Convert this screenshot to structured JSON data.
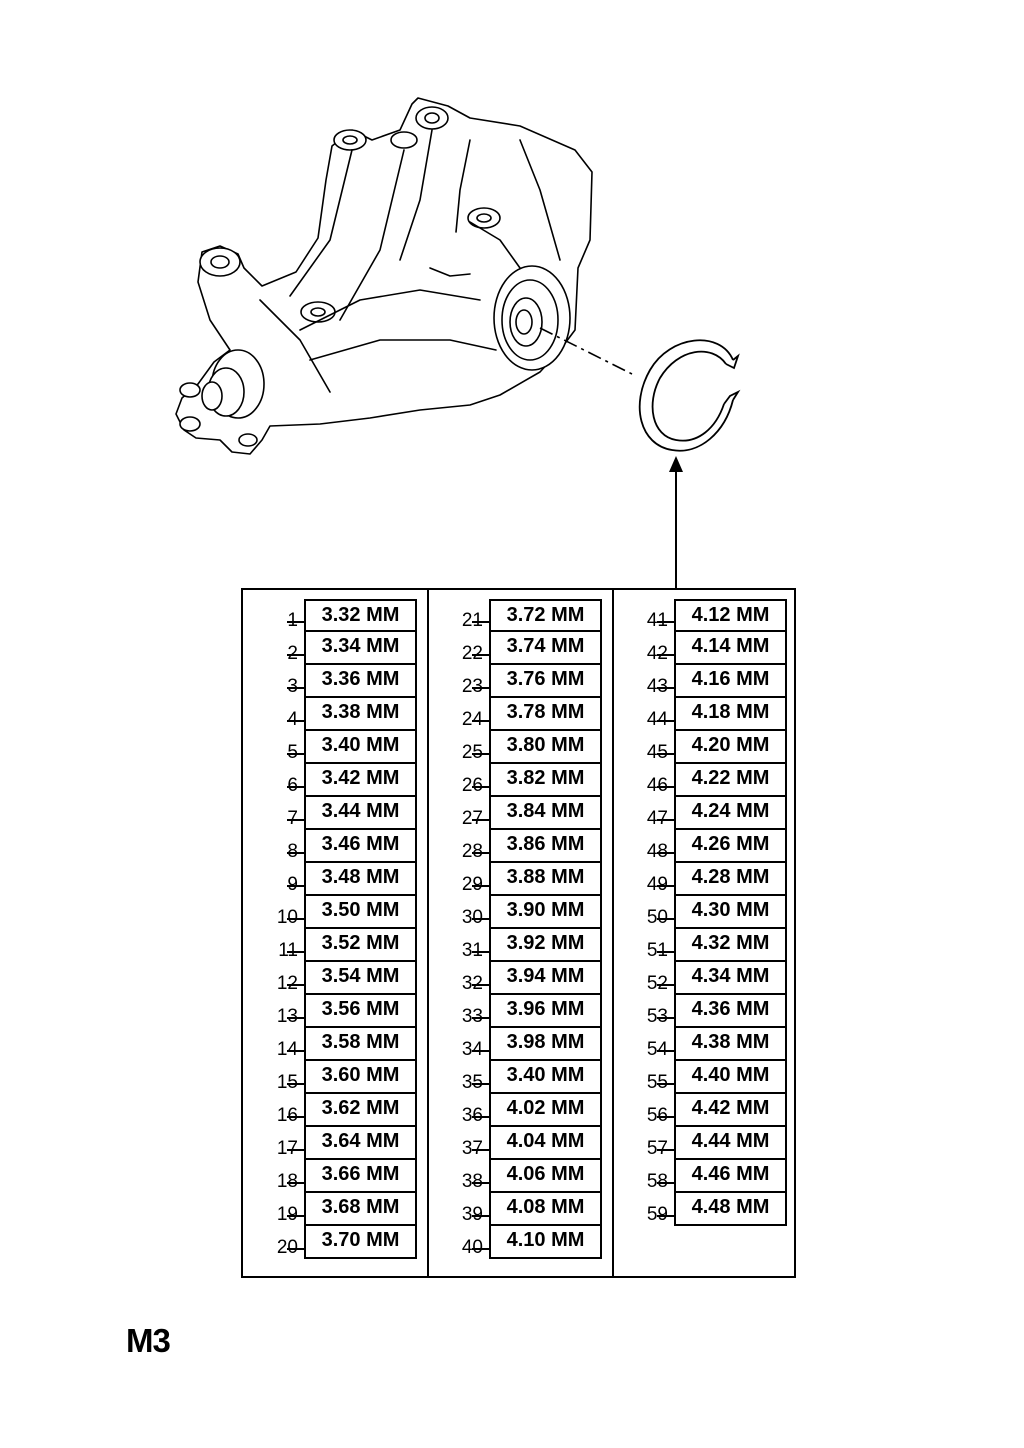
{
  "page_label": "M3",
  "illustration": {
    "main_part": "rear-differential-housing",
    "detail_part": "snap-ring"
  },
  "columns": [
    {
      "items": [
        {
          "index": "1",
          "size": "3.32 MM"
        },
        {
          "index": "2",
          "size": "3.34 MM"
        },
        {
          "index": "3",
          "size": "3.36 MM"
        },
        {
          "index": "4",
          "size": "3.38 MM"
        },
        {
          "index": "5",
          "size": "3.40 MM"
        },
        {
          "index": "6",
          "size": "3.42 MM"
        },
        {
          "index": "7",
          "size": "3.44 MM"
        },
        {
          "index": "8",
          "size": "3.46 MM"
        },
        {
          "index": "9",
          "size": "3.48 MM"
        },
        {
          "index": "10",
          "size": "3.50 MM"
        },
        {
          "index": "11",
          "size": "3.52 MM"
        },
        {
          "index": "12",
          "size": "3.54 MM"
        },
        {
          "index": "13",
          "size": "3.56 MM"
        },
        {
          "index": "14",
          "size": "3.58 MM"
        },
        {
          "index": "15",
          "size": "3.60 MM"
        },
        {
          "index": "16",
          "size": "3.62 MM"
        },
        {
          "index": "17",
          "size": "3.64 MM"
        },
        {
          "index": "18",
          "size": "3.66 MM"
        },
        {
          "index": "19",
          "size": "3.68 MM"
        },
        {
          "index": "20",
          "size": "3.70 MM"
        }
      ]
    },
    {
      "items": [
        {
          "index": "21",
          "size": "3.72 MM"
        },
        {
          "index": "22",
          "size": "3.74 MM"
        },
        {
          "index": "23",
          "size": "3.76 MM"
        },
        {
          "index": "24",
          "size": "3.78 MM"
        },
        {
          "index": "25",
          "size": "3.80 MM"
        },
        {
          "index": "26",
          "size": "3.82 MM"
        },
        {
          "index": "27",
          "size": "3.84 MM"
        },
        {
          "index": "28",
          "size": "3.86 MM"
        },
        {
          "index": "29",
          "size": "3.88 MM"
        },
        {
          "index": "30",
          "size": "3.90 MM"
        },
        {
          "index": "31",
          "size": "3.92 MM"
        },
        {
          "index": "32",
          "size": "3.94 MM"
        },
        {
          "index": "33",
          "size": "3.96 MM"
        },
        {
          "index": "34",
          "size": "3.98 MM"
        },
        {
          "index": "35",
          "size": "3.40 MM"
        },
        {
          "index": "36",
          "size": "4.02 MM"
        },
        {
          "index": "37",
          "size": "4.04 MM"
        },
        {
          "index": "38",
          "size": "4.06 MM"
        },
        {
          "index": "39",
          "size": "4.08 MM"
        },
        {
          "index": "40",
          "size": "4.10 MM"
        }
      ]
    },
    {
      "items": [
        {
          "index": "41",
          "size": "4.12 MM"
        },
        {
          "index": "42",
          "size": "4.14 MM"
        },
        {
          "index": "43",
          "size": "4.16 MM"
        },
        {
          "index": "44",
          "size": "4.18 MM"
        },
        {
          "index": "45",
          "size": "4.20 MM"
        },
        {
          "index": "46",
          "size": "4.22 MM"
        },
        {
          "index": "47",
          "size": "4.24 MM"
        },
        {
          "index": "48",
          "size": "4.26 MM"
        },
        {
          "index": "49",
          "size": "4.28 MM"
        },
        {
          "index": "50",
          "size": "4.30 MM"
        },
        {
          "index": "51",
          "size": "4.32 MM"
        },
        {
          "index": "52",
          "size": "4.34 MM"
        },
        {
          "index": "53",
          "size": "4.36 MM"
        },
        {
          "index": "54",
          "size": "4.38 MM"
        },
        {
          "index": "55",
          "size": "4.40 MM"
        },
        {
          "index": "56",
          "size": "4.42 MM"
        },
        {
          "index": "57",
          "size": "4.44 MM"
        },
        {
          "index": "58",
          "size": "4.46 MM"
        },
        {
          "index": "59",
          "size": "4.48 MM"
        }
      ]
    }
  ]
}
